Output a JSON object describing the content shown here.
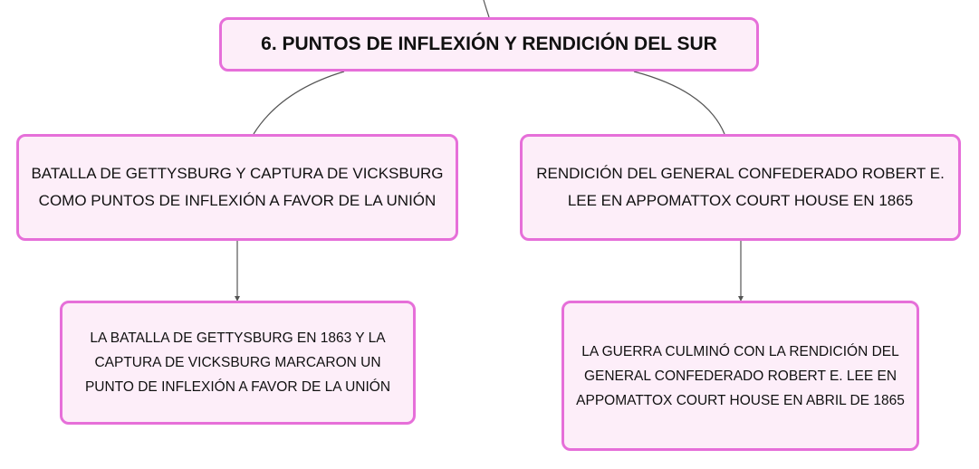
{
  "diagram": {
    "root": {
      "label": "6. PUNTOS DE INFLEXIÓN Y RENDICIÓN DEL SUR"
    },
    "left": {
      "label": "BATALLA DE GETTYSBURG Y CAPTURA DE VICKSBURG COMO PUNTOS DE INFLEXIÓN A FAVOR DE LA UNIÓN",
      "child": {
        "label": "LA BATALLA DE GETTYSBURG EN 1863 Y LA CAPTURA DE VICKSBURG MARCARON UN PUNTO DE INFLEXIÓN A FAVOR DE LA UNIÓN"
      }
    },
    "right": {
      "label": "RENDICIÓN DEL GENERAL CONFEDERADO ROBERT E. LEE EN APPOMATTOX COURT HOUSE EN 1865",
      "child": {
        "label": "LA GUERRA CULMINÓ CON LA RENDICIÓN DEL GENERAL CONFEDERADO ROBERT E. LEE EN APPOMATTOX COURT HOUSE EN ABRIL DE 1865"
      }
    }
  },
  "colors": {
    "node_fill": "#fdeef9",
    "node_border": "#e66fd9",
    "connector": "#555555"
  }
}
